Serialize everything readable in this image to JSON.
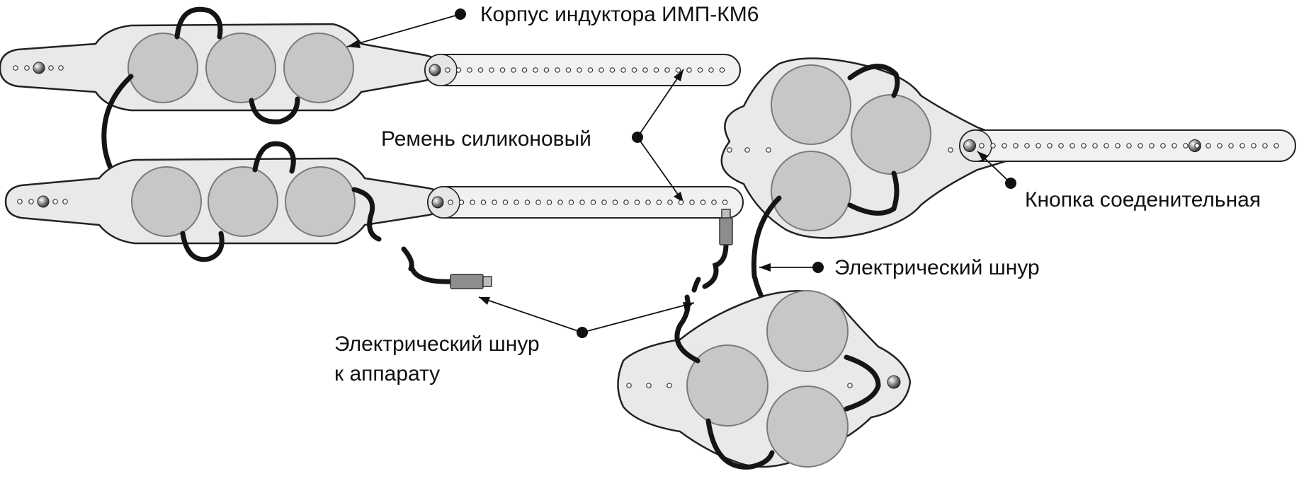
{
  "labels": {
    "housing": "Корпус индуктора ИМП-КМ6",
    "strap": "Ремень силиконовый",
    "button": "Кнопка соеденительная",
    "cable": "Электрический шнур",
    "cable_to_device_line1": "Электрический шнур",
    "cable_to_device_line2": "к аппарату"
  },
  "colors": {
    "housing_fill": "#e9e9e9",
    "disc_fill": "#c7c7c7",
    "cable": "#151515",
    "text": "#111111"
  }
}
